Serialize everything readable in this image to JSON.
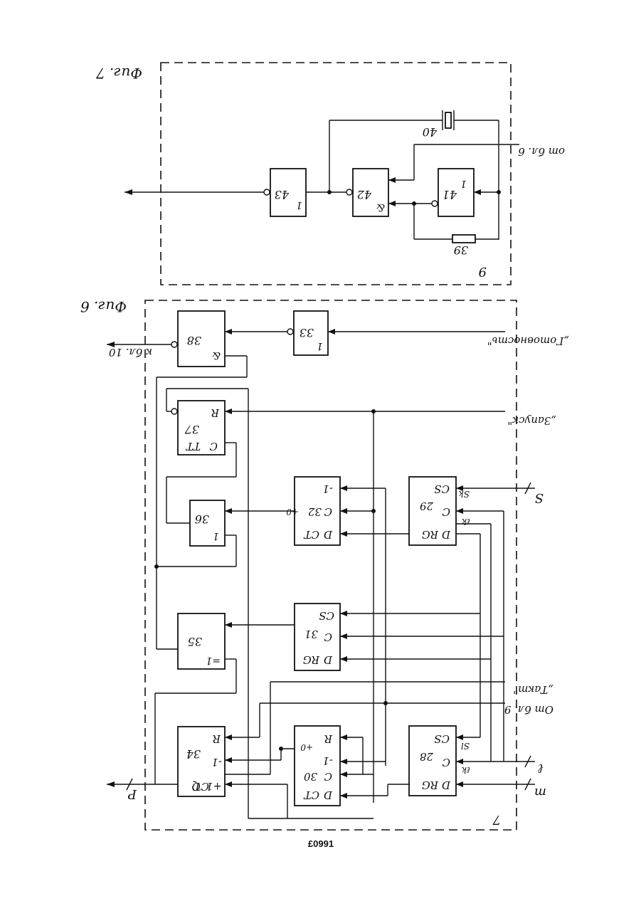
{
  "figure7": {
    "caption": "Фиг. 7",
    "unit_label": "9",
    "input_label": "от бл. 6",
    "blocks": {
      "b43": "43",
      "b43_op": "1",
      "b42": "42",
      "b42_op": "&",
      "b41": "41",
      "b41_op": "1"
    },
    "resistor_label": "39",
    "crystal_label": "40"
  },
  "figure6": {
    "caption": "Фиг. 6",
    "unit_label": "7",
    "output_label": "к бл. 10",
    "output_p": "P",
    "inputs": {
      "ready": "„Готовность\"",
      "start": "„Запуск\"",
      "s": "S",
      "tact": "„Такт\"",
      "from9": "От бл. 9",
      "l": "ℓ",
      "m": "m"
    },
    "blocks": {
      "b38": {
        "num": "38",
        "op": "&"
      },
      "b33": {
        "num": "33",
        "op": "1"
      },
      "b37": {
        "num": "37",
        "title": "TT",
        "c": "C",
        "r": "R"
      },
      "b36": {
        "num": "36",
        "op": "1"
      },
      "b32": {
        "num": "32",
        "title": "CT",
        "d": "D",
        "c": "C",
        "m1": "-1",
        "p0": "+0"
      },
      "b29": {
        "num": "29",
        "title": "RG",
        "d": "D",
        "c": "C",
        "cs": "CS",
        "sk": "Sk",
        "lk": "ℓk"
      },
      "b35": {
        "num": "35",
        "op": "=1"
      },
      "b31": {
        "num": "31",
        "title": "RG",
        "d": "D",
        "c": "C",
        "cs": "CS"
      },
      "b34": {
        "num": "34",
        "title": "CT",
        "q": "Q",
        "p1": "+1",
        "m1": "-1",
        "r": "R"
      },
      "b30": {
        "num": "30",
        "title": "CT",
        "d": "D",
        "c": "C",
        "m1": "-1",
        "r": "R",
        "p0": "+0"
      },
      "b28": {
        "num": "28",
        "title": "RG",
        "d": "D",
        "c": "C",
        "cs": "CS",
        "sl": "Sl",
        "lk": "ℓk"
      }
    }
  },
  "footer": {
    "code": "£0991"
  }
}
